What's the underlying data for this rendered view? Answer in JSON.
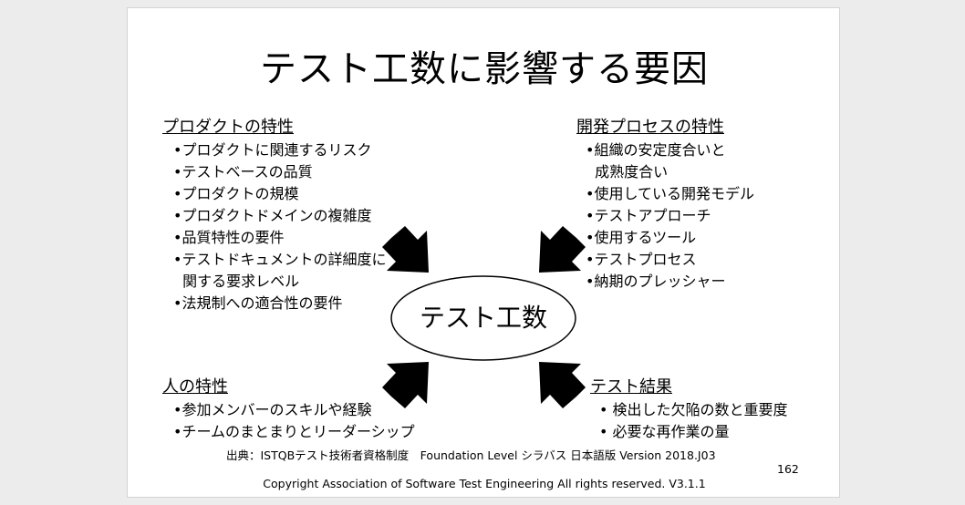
{
  "title": "テスト工数に影響する要因",
  "center": "テスト工数",
  "groups": {
    "product": {
      "heading": "プロダクトの特性",
      "items": [
        "•プロダクトに関連するリスク",
        "•テストベースの品質",
        "•プロダクトの規模",
        "•プロダクトドメインの複雑度",
        "•品質特性の要件",
        "•テストドキュメントの詳細度に",
        "  関する要求レベル",
        "•法規制への適合性の要件"
      ]
    },
    "process": {
      "heading": "開発プロセスの特性",
      "items": [
        "•組織の安定度合いと",
        "  成熟度合い",
        "•使用している開発モデル",
        "•テストアプローチ",
        "•使用するツール",
        "•テストプロセス",
        "•納期のプレッシャー"
      ]
    },
    "people": {
      "heading": "人の特性",
      "items": [
        "•参加メンバーのスキルや経験",
        "•チームのまとまりとリーダーシップ"
      ]
    },
    "results": {
      "heading": "テスト結果",
      "items": [
        "• 検出した欠陥の数と重要度",
        "• 必要な再作業の量"
      ]
    }
  },
  "source": "出典：ISTQBテスト技術者資格制度　Foundation Level シラバス 日本語版 Version 2018.J03",
  "page_number": "162",
  "copyright": "Copyright Association of Software Test Engineering All rights reserved.  V3.1.1"
}
